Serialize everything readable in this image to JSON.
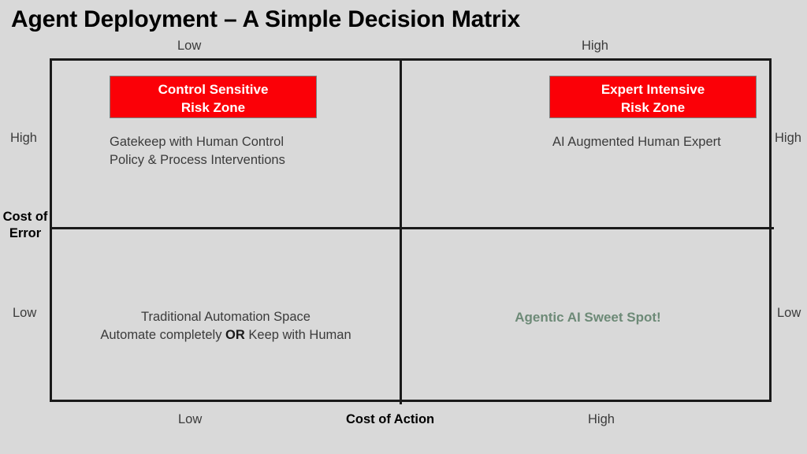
{
  "slide": {
    "title": "Agent Deployment – A Simple Decision Matrix",
    "background_color": "#d9d9d9",
    "frame_color": "#1a1a1a"
  },
  "axes": {
    "x": {
      "title": "Cost of Action",
      "low_label": "Low",
      "high_label": "High",
      "top_low_label": "Low",
      "top_high_label": "High"
    },
    "y": {
      "title_line1": "Cost of",
      "title_line2": "Error",
      "high_label": "High",
      "low_label": "Low",
      "right_high_label": "High",
      "right_low_label": "Low"
    }
  },
  "quadrants": {
    "top_left": {
      "banner_line1": "Control Sensitive",
      "banner_line2": "Risk Zone",
      "banner_color": "#fb0007",
      "body_line1": "Gatekeep with Human Control",
      "body_line2": "Policy & Process Interventions"
    },
    "top_right": {
      "banner_line1": "Expert Intensive",
      "banner_line2": "Risk Zone",
      "banner_color": "#fb0007",
      "body_line1": "AI Augmented Human Expert"
    },
    "bottom_left": {
      "body_line1": "Traditional Automation Space",
      "body_line2_part1": "Automate completely ",
      "body_line2_emphasis": "OR",
      "body_line2_part2": " Keep with Human"
    },
    "bottom_right": {
      "body_line1": "Agentic AI Sweet Spot!",
      "accent_color": "#6d8a77"
    }
  }
}
